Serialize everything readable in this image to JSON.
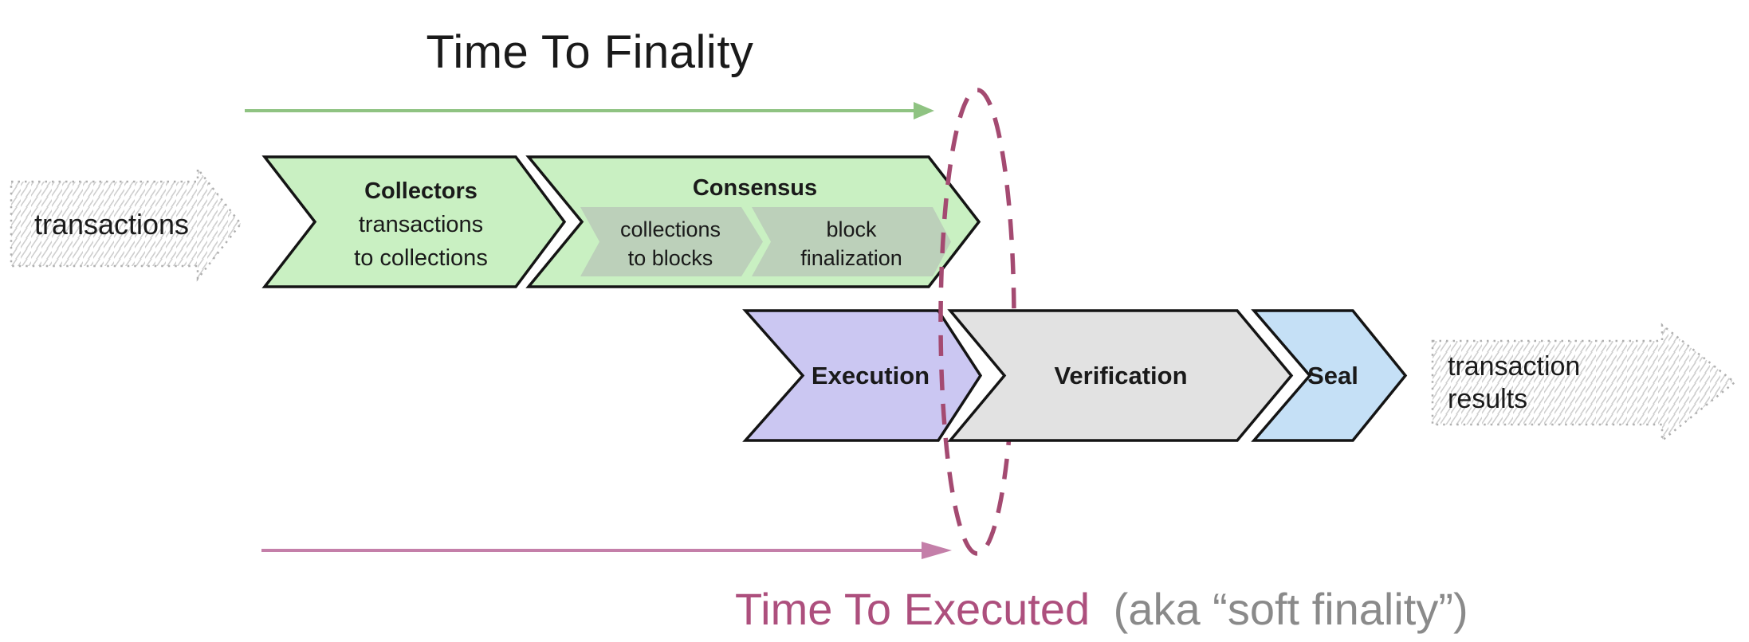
{
  "title": {
    "text": "Time To Finality",
    "color": "#5fa553"
  },
  "timeline_top": {
    "color": "#8fc382"
  },
  "timeline_bottom": {
    "color": "#c47fa9"
  },
  "ellipse": {
    "color": "#a44a71"
  },
  "input_arrow": {
    "label": "transactions",
    "text_color": "#3f3f3f"
  },
  "output_arrow": {
    "line1": "transaction",
    "line2": "results",
    "text_color": "#3f3f3f"
  },
  "stages": {
    "collectors": {
      "title": "Collectors",
      "line1": "transactions",
      "line2": "to collections",
      "fill": "#c9f0c2"
    },
    "consensus": {
      "title": "Consensus",
      "fill": "#c9f0c2",
      "sub_fill": "#bcd0ba",
      "sub1": {
        "line1": "collections",
        "line2": "to blocks"
      },
      "sub2": {
        "line1": "block",
        "line2": "finalization"
      }
    },
    "execution": {
      "title": "Execution",
      "fill": "#cbc7f2"
    },
    "verification": {
      "title": "Verification",
      "fill": "#e2e2e2"
    },
    "seal": {
      "title": "Seal",
      "fill": "#c5e0f6"
    }
  },
  "bottom_label": {
    "main": "Time To Executed",
    "main_color": "#ad4f7d",
    "suffix": "(aka “soft finality”)",
    "suffix_color": "#8a8a8a"
  }
}
